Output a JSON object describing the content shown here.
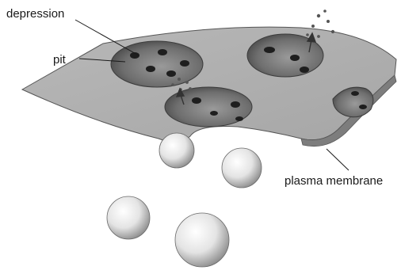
{
  "labels": {
    "depression": "depression",
    "pit": "pit",
    "plasma_membrane": "plasma membrane"
  }
}
